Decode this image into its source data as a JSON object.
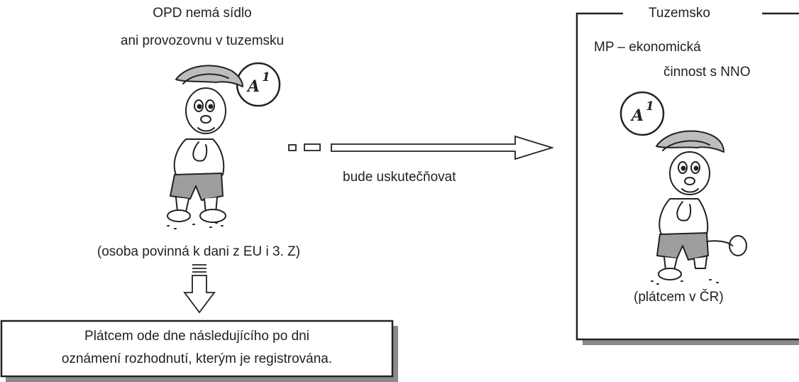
{
  "left_block": {
    "title_line1": "OPD nemá sídlo",
    "title_line2": "ani provozovnu v tuzemsku",
    "badge": "A",
    "badge_sup": "1",
    "caption": "(osoba povinná k dani z EU i 3. Z)"
  },
  "arrow": {
    "label": "bude uskutečňovat"
  },
  "result_box": {
    "line1": "Plátcem ode dne následujícího po dni",
    "line2": "oznámení rozhodnutí, kterým je registrována."
  },
  "right_panel": {
    "title": "Tuzemsko",
    "line1": "MP – ekonomická",
    "line2": "činnost s NNO",
    "badge": "A",
    "badge_sup": "1",
    "caption": "(plátcem v ČR)"
  }
}
